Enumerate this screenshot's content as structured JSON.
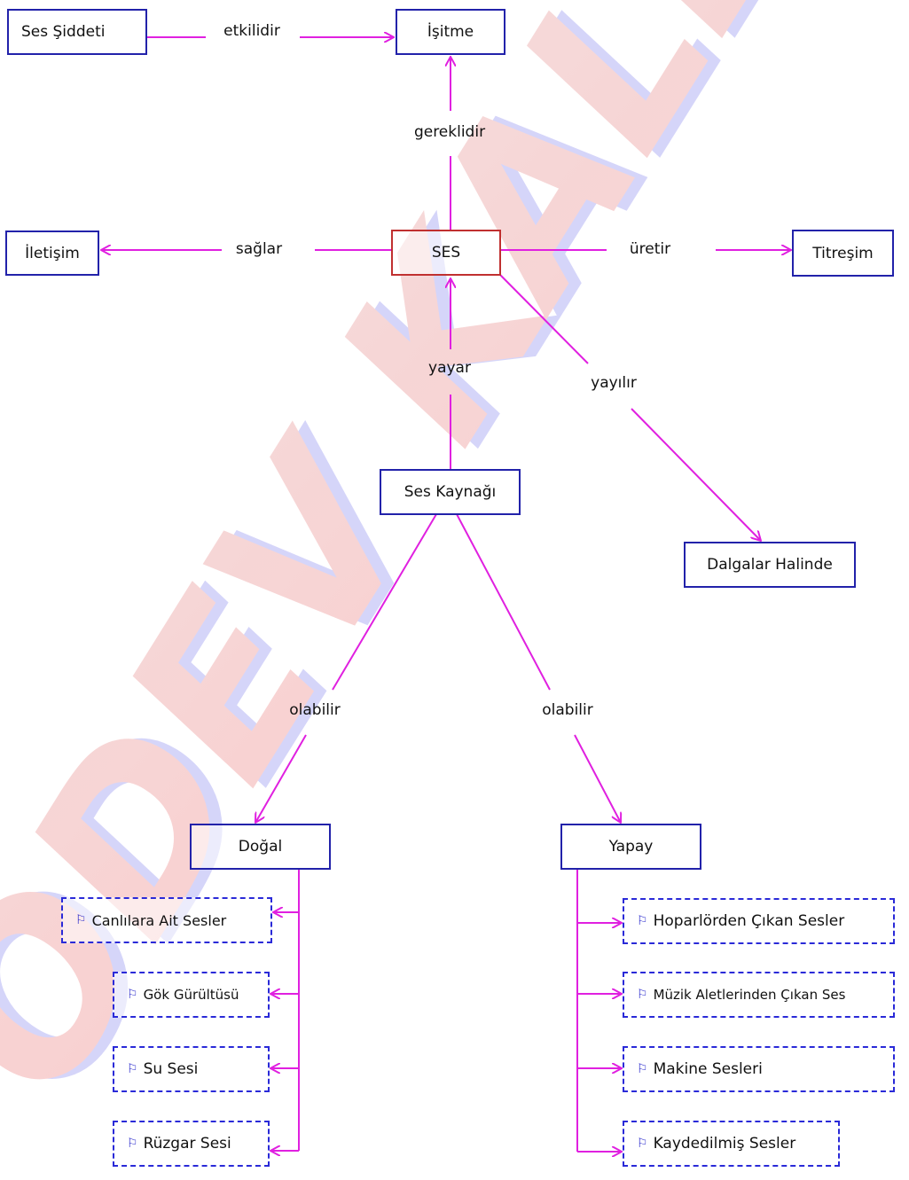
{
  "watermark": "ÖDEV KALEMİ",
  "colors": {
    "link": "#e020e0",
    "node_border": "#2222aa",
    "root_border": "#c03030",
    "leaf_border": "#2a2ad8"
  },
  "nodes": {
    "ses_siddeti": "Ses Şiddeti",
    "isitme": "İşitme",
    "iletisim": "İletişim",
    "ses": "SES",
    "titresim": "Titreşim",
    "ses_kaynagi": "Ses Kaynağı",
    "dalgalar_halinde": "Dalgalar Halinde",
    "dogal": "Doğal",
    "yapay": "Yapay"
  },
  "links": {
    "etkilidir": "etkilidir",
    "gereklidir": "gereklidir",
    "saglar": "sağlar",
    "uretir": "üretir",
    "yayar": "yayar",
    "yayilir": "yayılır",
    "olabilir_left": "olabilir",
    "olabilir_right": "olabilir"
  },
  "dogal_items": [
    "Canlılara Ait Sesler",
    "Gök Gürültüsü",
    "Su Sesi",
    "Rüzgar Sesi"
  ],
  "yapay_items": [
    "Hoparlörden Çıkan Sesler",
    "Müzik Aletlerinden Çıkan Ses",
    "Makine Sesleri",
    "Kaydedilmiş Sesler"
  ],
  "icons": {
    "item": "flag-icon"
  }
}
